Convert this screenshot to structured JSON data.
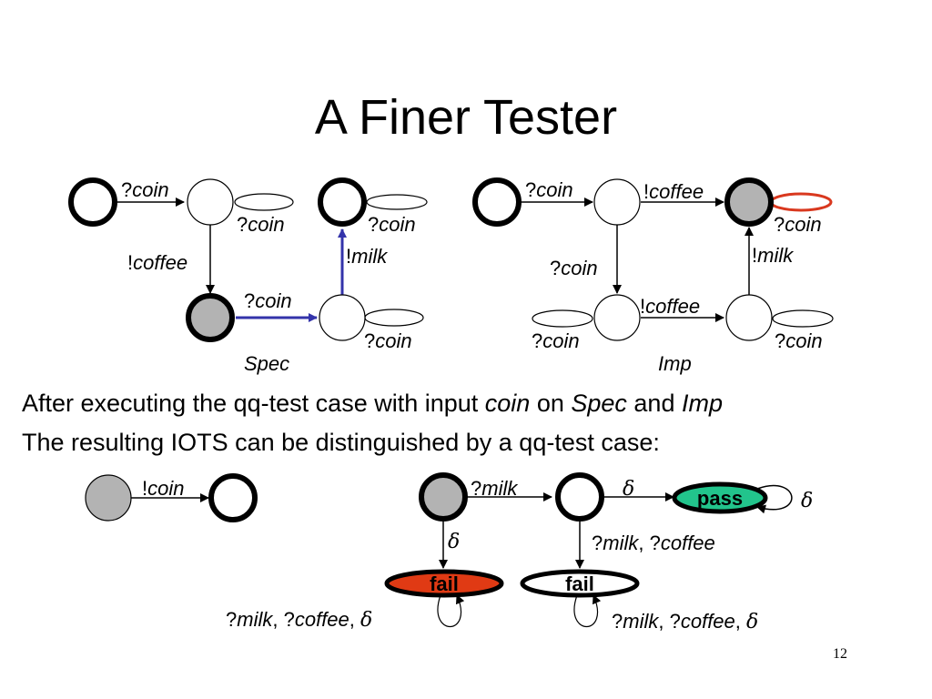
{
  "slide": {
    "title": "A Finer Tester",
    "page_number": "12",
    "text_line_1": {
      "part1": "After executing the qq-test case with input ",
      "coin": "coin",
      "part2": " on ",
      "spec": "Spec",
      "part3": " and ",
      "imp": "Imp"
    },
    "text_line_2": "The resulting IOTS can be distinguished by a qq-test case:"
  },
  "spec": {
    "name": "Spec",
    "labels": {
      "init_coin": [
        "?",
        "coin"
      ],
      "s1_loop": [
        "?",
        "coin"
      ],
      "s1_coffee": [
        "!",
        "coffee"
      ],
      "s2_coin": [
        "?",
        "coin"
      ],
      "s3_loop": [
        "?",
        "coin"
      ],
      "s3_milk": [
        "!",
        "milk"
      ],
      "s4_loop": [
        "?",
        "coin"
      ]
    }
  },
  "imp": {
    "name": "Imp",
    "labels": {
      "init_coin": [
        "?",
        "coin"
      ],
      "coffee_top": [
        "!",
        "coffee"
      ],
      "q_loop": [
        "?",
        "coin"
      ],
      "coin_down": [
        "?",
        "coin"
      ],
      "milk_up": [
        "!",
        "milk"
      ],
      "coffee_bottom": [
        "!",
        "coffee"
      ],
      "left_loop": [
        "?",
        "coin"
      ],
      "right_loop": [
        "?",
        "coin"
      ]
    }
  },
  "tester_small": {
    "label": [
      "!",
      "coin"
    ]
  },
  "tester": {
    "milk": [
      "?",
      "milk"
    ],
    "delta": "δ",
    "pass": "pass",
    "fail": "fail",
    "milk_coffee": {
      "q1": "?",
      "milk": "milk",
      "sep": ", ",
      "q2": "?",
      "coffee": "coffee"
    },
    "loop_label": {
      "q1": "?",
      "milk": "milk",
      "sep1": ", ",
      "q2": "?",
      "coffee": "coffee",
      "sep2": ", ",
      "delta": "δ"
    }
  },
  "colors": {
    "gray_state": "#b3b3b3",
    "blue_edge": "#3333aa",
    "red_loop": "#d9381e",
    "fail_fill": "#e03a14",
    "pass_fill": "#22c48c"
  }
}
